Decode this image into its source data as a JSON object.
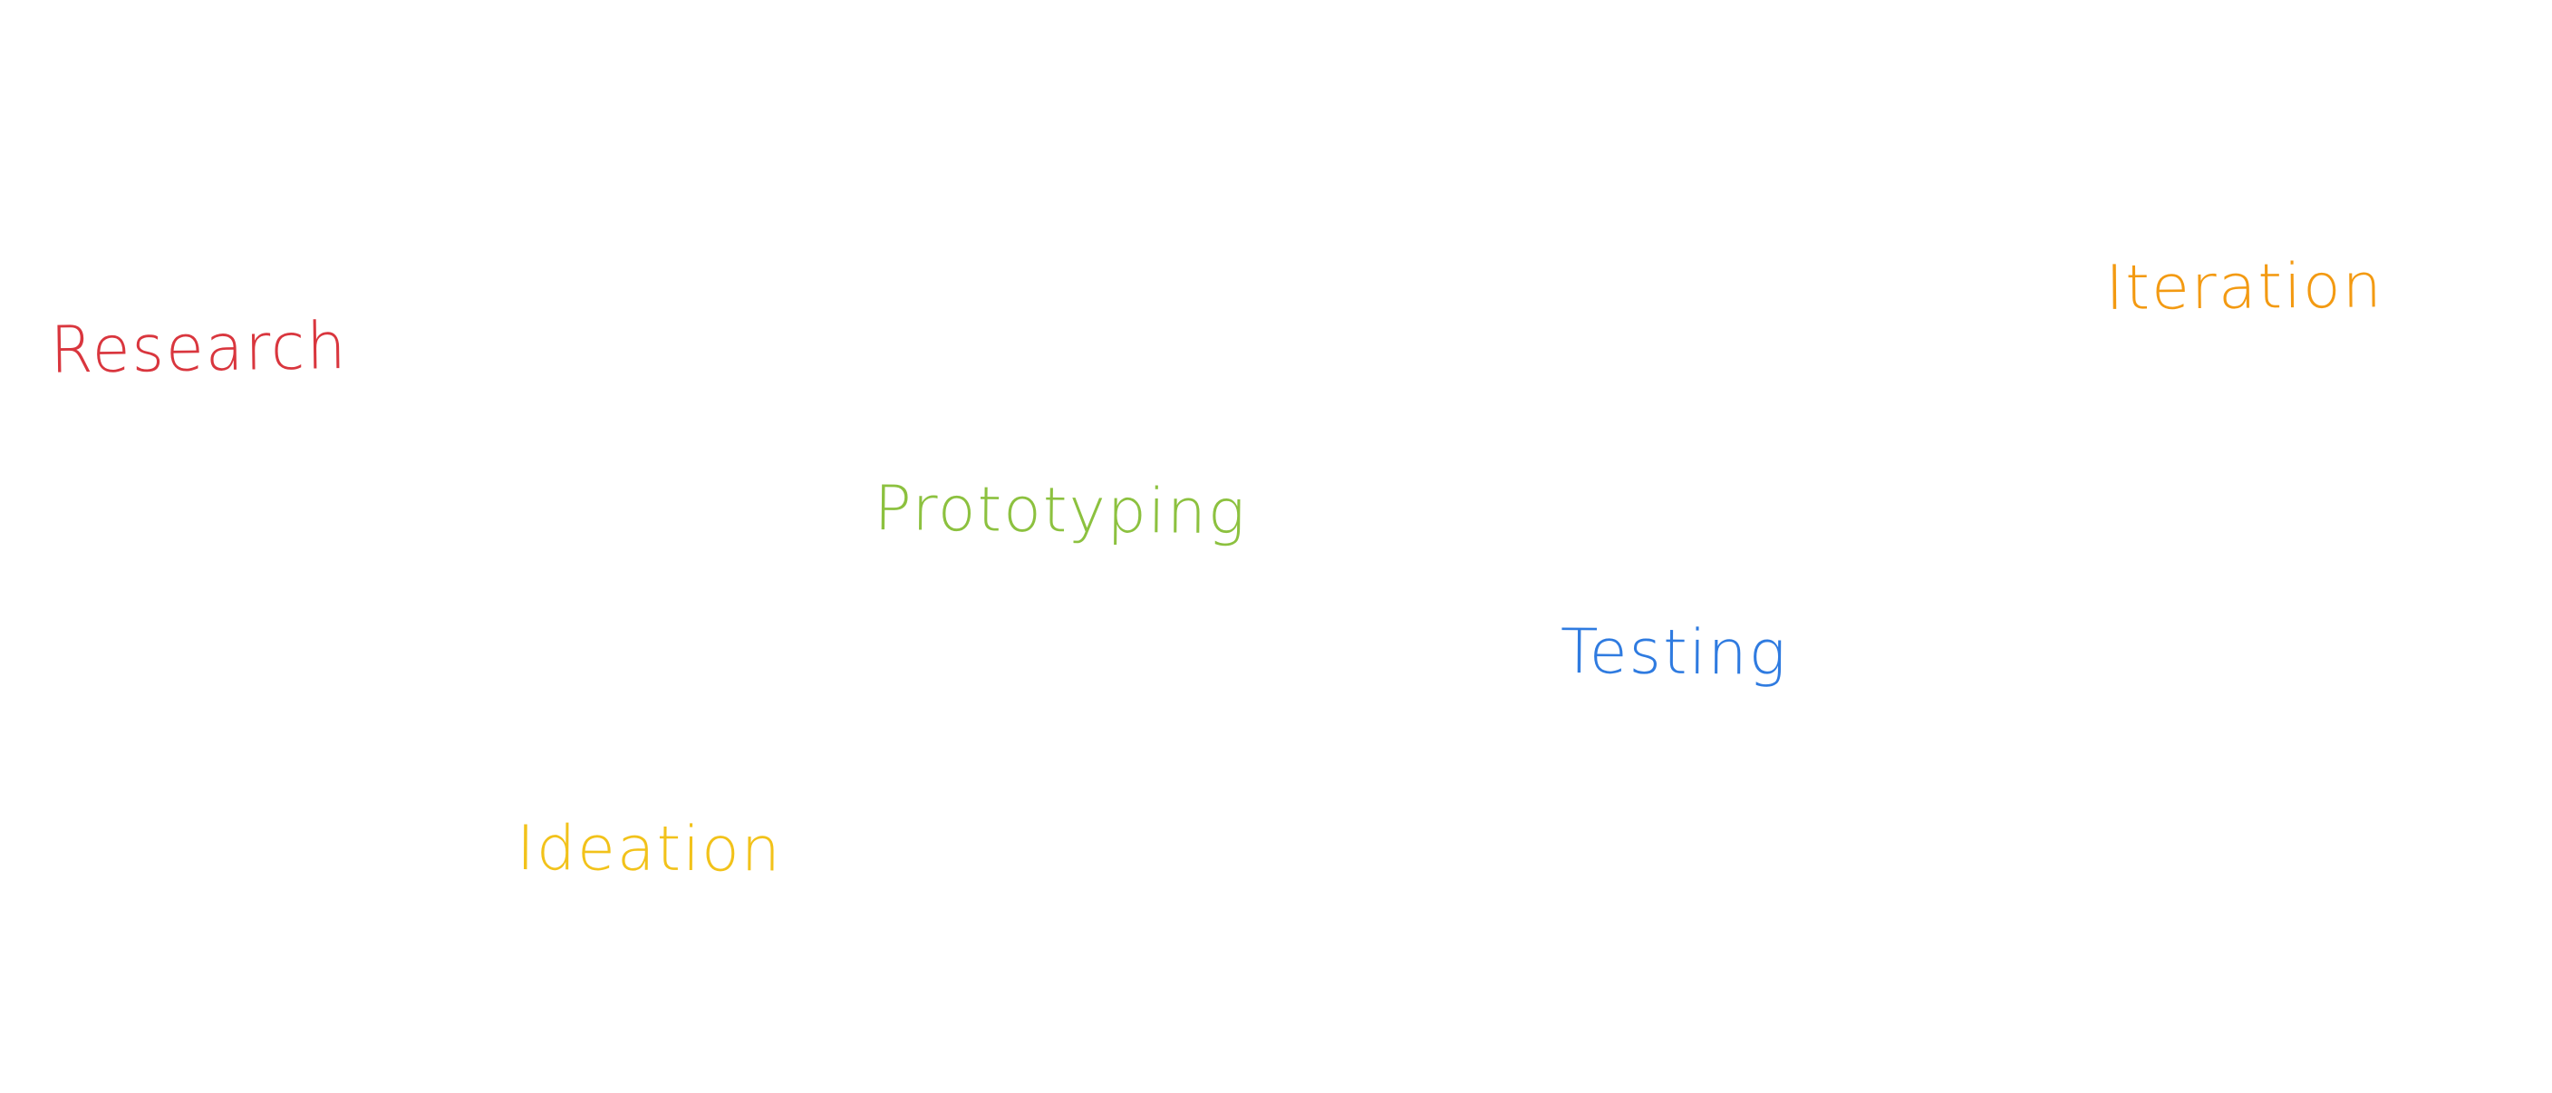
{
  "words": [
    {
      "key": "research",
      "text": "Research",
      "color": "#D9363E"
    },
    {
      "key": "prototyping",
      "text": "Prototyping",
      "color": "#8CC13F"
    },
    {
      "key": "testing",
      "text": "Testing",
      "color": "#2F7BE0"
    },
    {
      "key": "iteration",
      "text": "Iteration",
      "color": "#F39A12"
    },
    {
      "key": "ideation",
      "text": "Ideation",
      "color": "#F2C21A"
    }
  ]
}
